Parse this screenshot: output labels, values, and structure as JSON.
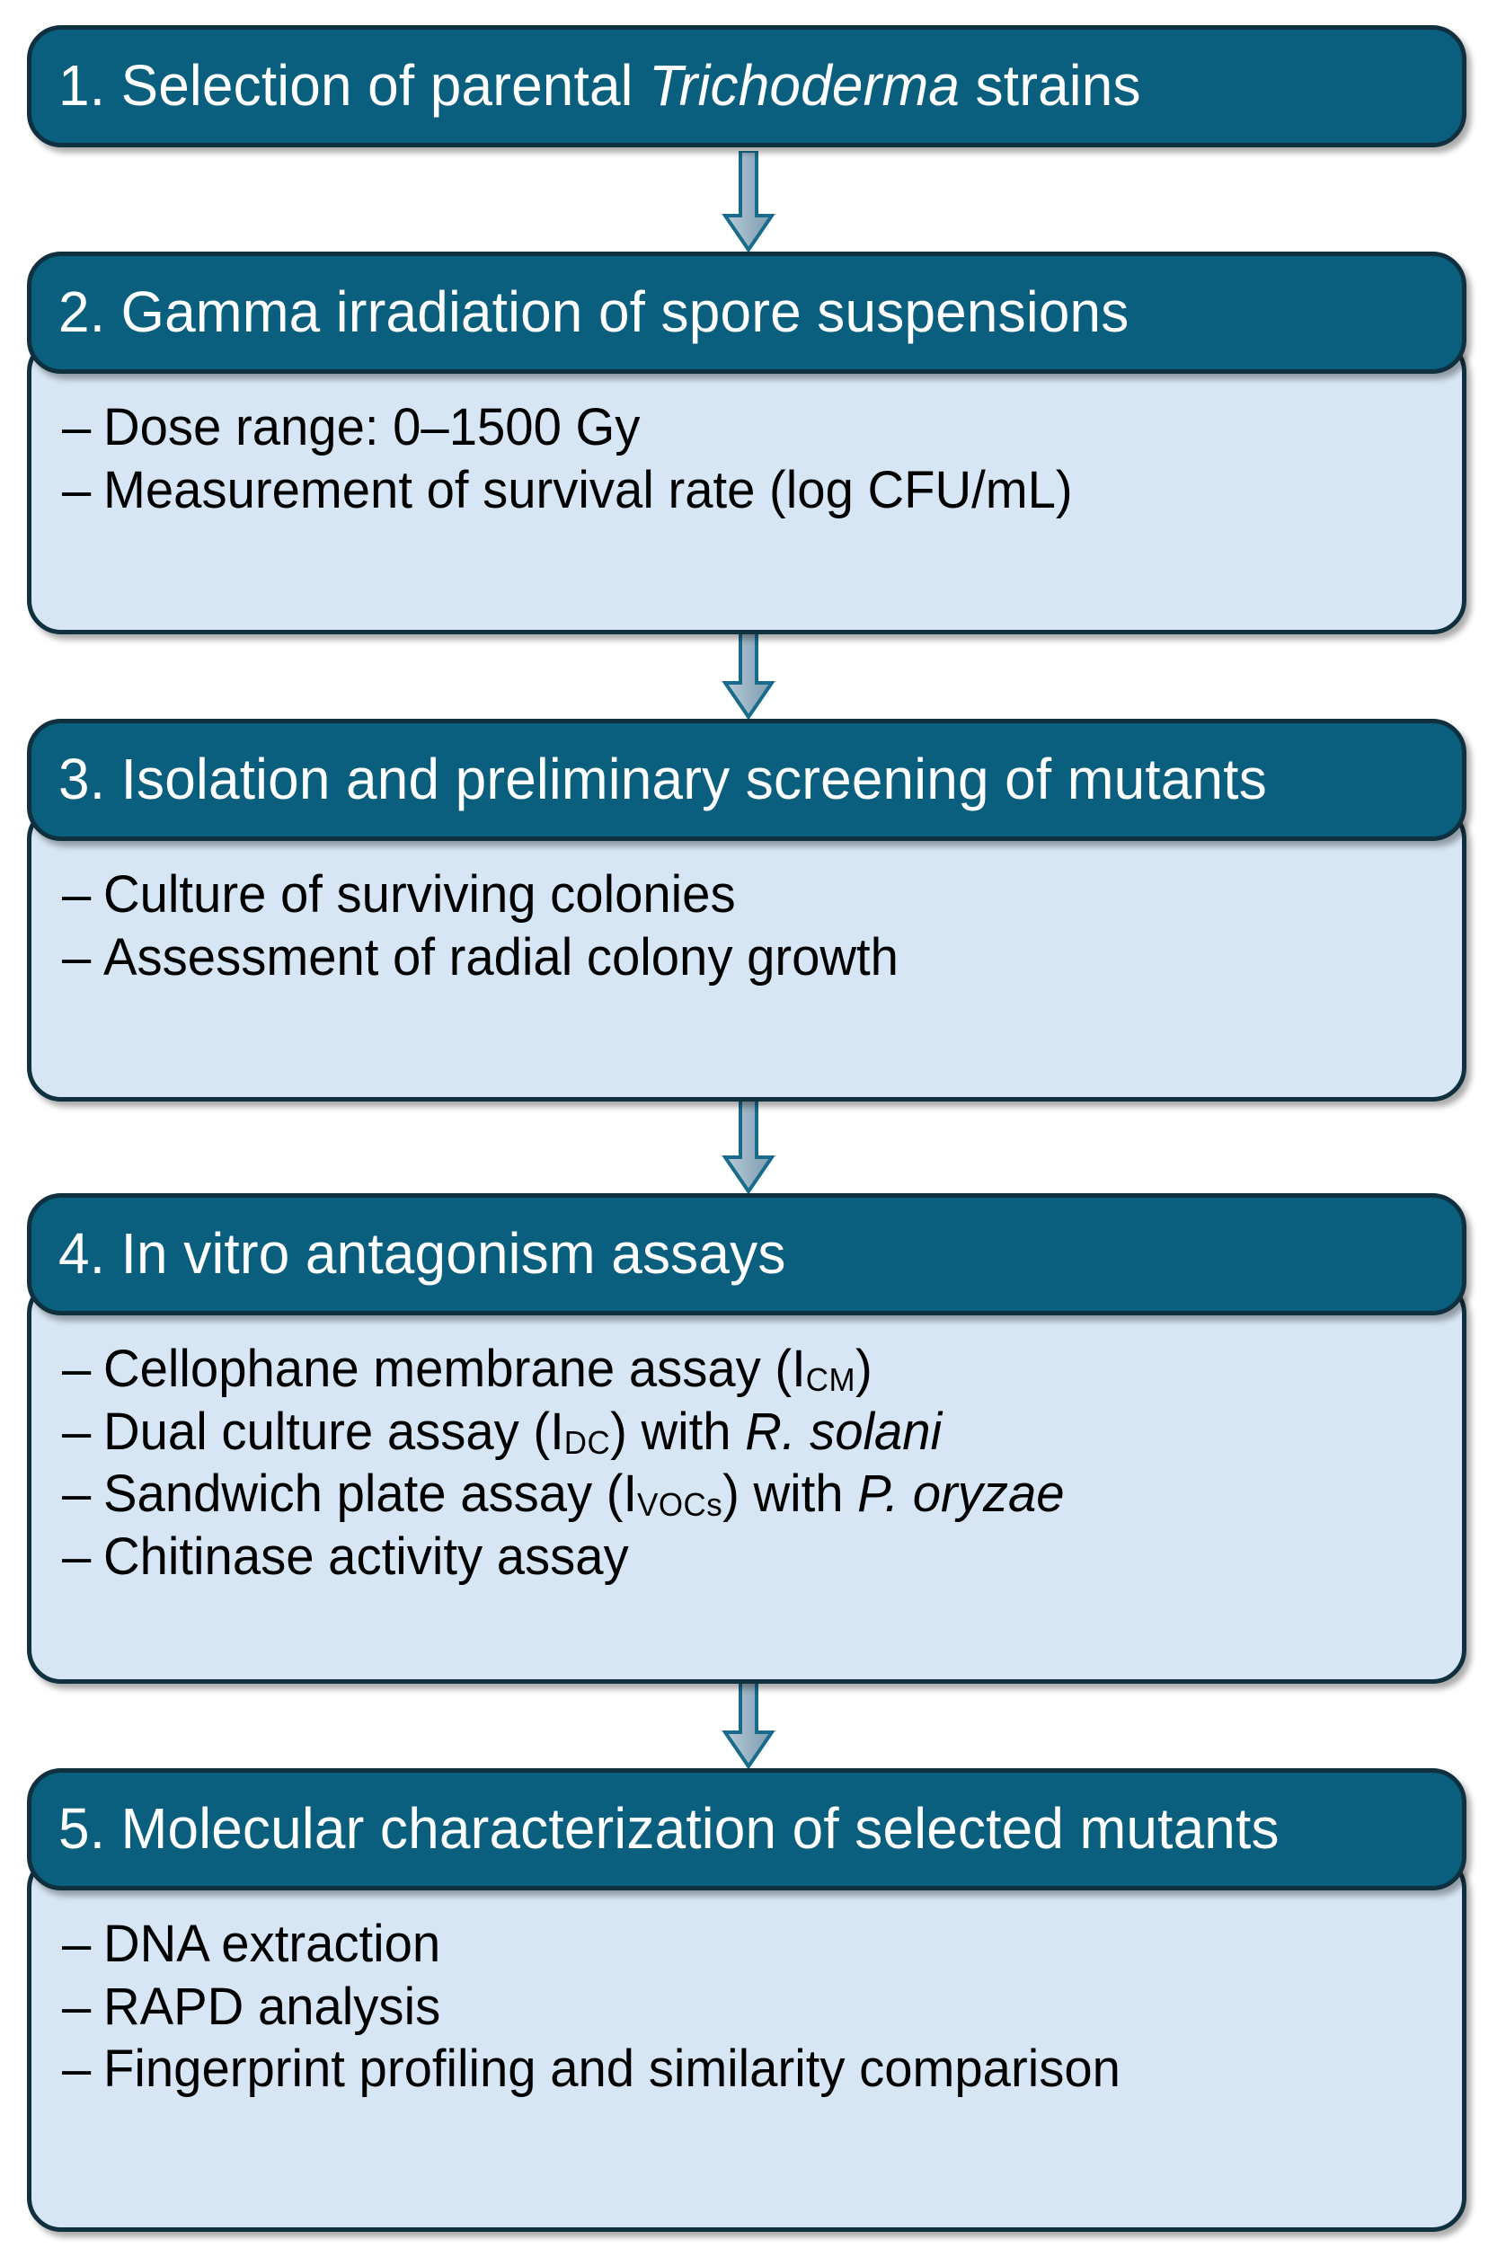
{
  "colors": {
    "header_fill": "#0a5f7f",
    "body_fill": "#d6e6f4",
    "border": "#10303f",
    "header_text": "#ffffff",
    "body_text": "#000000",
    "arrow_fill_light": "#b4c6d4",
    "arrow_fill_dark": "#7f9cb0",
    "arrow_outline": "#1a6a8a"
  },
  "steps": [
    {
      "number": "1.",
      "title_plain": "1. Selection of parental Trichoderma strains",
      "title_pre": "1. Selection of parental ",
      "title_em": "Trichoderma",
      "title_post": " strains",
      "bullets": []
    },
    {
      "number": "2.",
      "title_plain": "2. Gamma irradiation of spore suspensions",
      "bullets": [
        "Dose range: 0–1500 Gy",
        "Measurement of survival rate (log CFU/mL)"
      ]
    },
    {
      "number": "3.",
      "title_plain": "3. Isolation and preliminary screening of mutants",
      "bullets": [
        "Culture of surviving colonies",
        "Assessment of radial colony growth"
      ]
    },
    {
      "number": "4.",
      "title_plain": "4. In vitro antagonism assays",
      "bullets": [
        "Cellophane membrane assay (ICM)",
        "Dual culture assay (IDC) with R. solani",
        "Sandwich plate assay (IVOCs) with P. oryzae",
        "Chitinase activity assay"
      ],
      "bullets_rich": [
        {
          "pre": "Cellophane membrane assay (I",
          "sub": "CM",
          "post": ")",
          "em": "",
          "tail": ""
        },
        {
          "pre": "Dual culture assay (I",
          "sub": "DC",
          "post": ") with ",
          "em": "R. solani",
          "tail": ""
        },
        {
          "pre": "Sandwich plate assay (I",
          "sub": "VOCs",
          "post": ") with ",
          "em": "P. oryzae",
          "tail": ""
        },
        {
          "pre": "Chitinase activity assay",
          "sub": "",
          "post": "",
          "em": "",
          "tail": ""
        }
      ]
    },
    {
      "number": "5.",
      "title_plain": "5. Molecular characterization of selected mutants",
      "bullets": [
        "DNA extraction",
        "RAPD analysis",
        "Fingerprint profiling and similarity comparison"
      ]
    }
  ],
  "bullet_marker": "–",
  "arrows": [
    {
      "from": "1",
      "to": "2",
      "direction": "down"
    },
    {
      "from": "2",
      "to": "3",
      "direction": "down"
    },
    {
      "from": "3",
      "to": "4",
      "direction": "down"
    },
    {
      "from": "4",
      "to": "5",
      "direction": "down"
    }
  ]
}
